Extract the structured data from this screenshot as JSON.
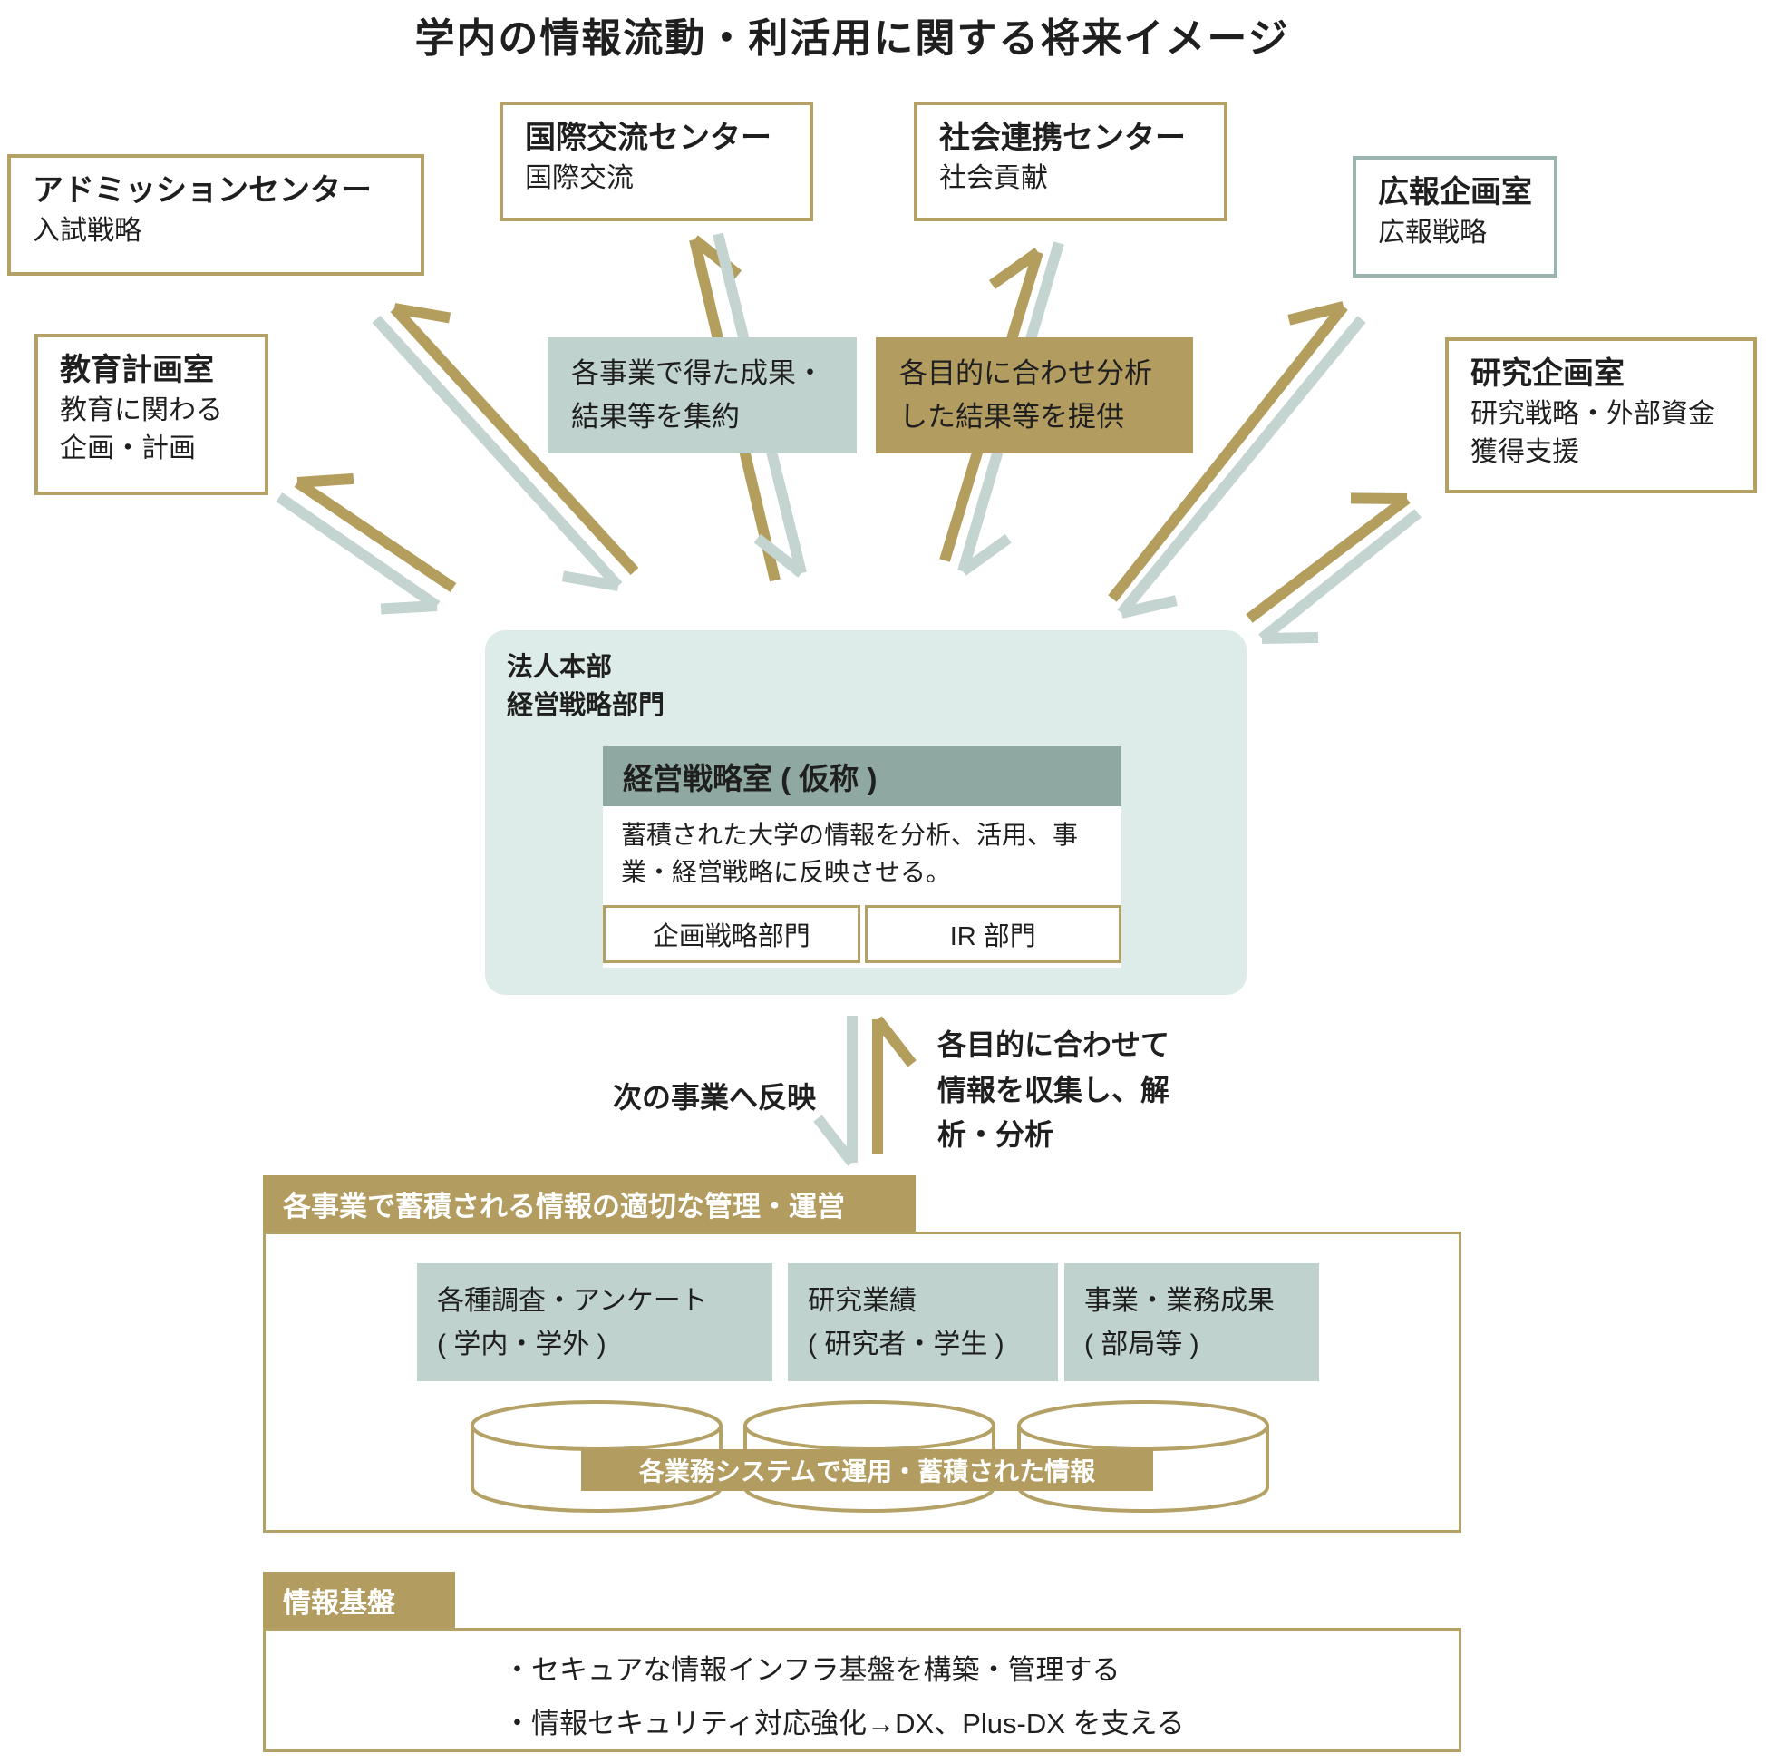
{
  "title": "学内の情報流動・利活用に関する将来イメージ",
  "colors": {
    "gold": "#b29c60",
    "gold_border": "#b4a166",
    "sage": "#bfd2cd",
    "sage_border": "#9cb4b0",
    "teal_background": "#ddece8",
    "office_header": "#8fa8a1",
    "arrow_gold": "#b49e5e",
    "arrow_blue": "#c3d4d1",
    "text": "#1f1f1f"
  },
  "departments": [
    {
      "name": "アドミッションセンター",
      "desc": "入試戦略"
    },
    {
      "name": "教育計画室",
      "desc": "教育に関わる\n企画・計画"
    },
    {
      "name": "国際交流センター",
      "desc": "国際交流"
    },
    {
      "name": "社会連携センター",
      "desc": "社会貢献"
    },
    {
      "name": "広報企画室",
      "desc": "広報戦略"
    },
    {
      "name": "研究企画室",
      "desc": "研究戦略・外部資金\n獲得支援"
    }
  ],
  "flow_labels": {
    "collect": "各事業で得た成果・\n結果等を集約",
    "provide": "各目的に合わせ分析\nした結果等を提供"
  },
  "center": {
    "org": "法人本部\n経営戦略部門",
    "office_title": "経営戦略室 ( 仮称 )",
    "office_desc": "蓄積された大学の情報を分析、活用、事業・経営戦略に反映させる。",
    "subunits": [
      "企画戦略部門",
      "IR 部門"
    ]
  },
  "vertical_flow": {
    "down_label": "次の事業へ反映",
    "up_label": "各目的に合わせて\n情報を収集し、解\n析・分析"
  },
  "management": {
    "header": "各事業で蓄積される情報の適切な管理・運営",
    "sources": [
      "各種調査・アンケート\n( 学内・学外 )",
      "研究業績\n( 研究者・学生 )",
      "事業・業務成果\n( 部局等 )"
    ],
    "db_label": "各業務システムで運用・蓄積された情報"
  },
  "infrastructure": {
    "header": "情報基盤",
    "items": [
      "・セキュアな情報インフラ基盤を構築・管理する",
      "・情報セキュリティ対応強化→DX、Plus-DX を支える"
    ]
  }
}
